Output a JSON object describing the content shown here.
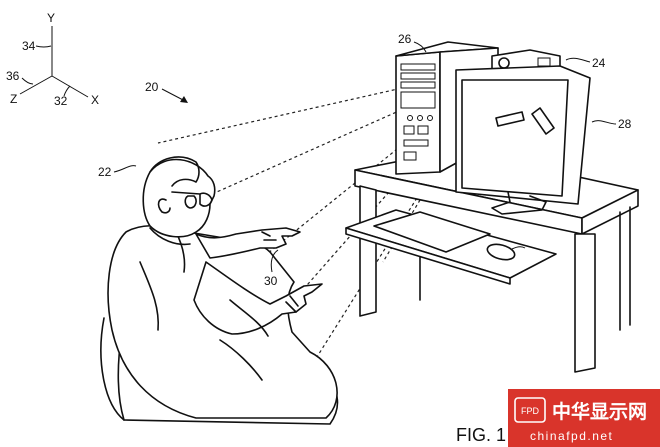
{
  "figure": {
    "label": "FIG. 1",
    "system_ref": "20",
    "axes": {
      "y": "Y",
      "z": "Z",
      "x": "X",
      "y_ref": "34",
      "z_ref": "36",
      "x_ref": "32"
    },
    "refs": {
      "user": "22",
      "hand": "30",
      "computer": "26",
      "sensor": "24",
      "monitor": "28"
    }
  },
  "watermark": {
    "badge": "FPD",
    "title": "中华显示网",
    "url": "chinafpd.net",
    "bg_color": "#d9342b"
  }
}
